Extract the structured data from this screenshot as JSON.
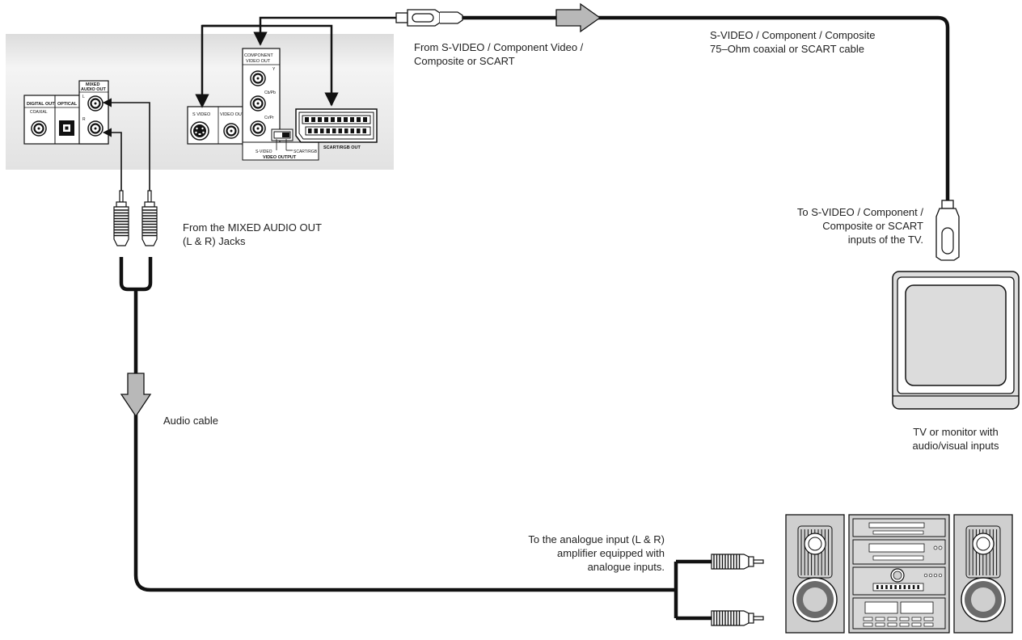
{
  "panel": {
    "digital_out": "DIGITAL OUT",
    "coaxial": "COAXIAL",
    "optical": "OPTICAL",
    "mixed_audio_out": [
      "MIXED",
      "AUDIO OUT"
    ],
    "left": "L",
    "right": "R",
    "s_video": "S VIDEO",
    "video_out": "VIDEO OUT",
    "component_video_out": [
      "COMPONENT",
      "VIDEO OUT"
    ],
    "y": "Y",
    "cb_pb": "Cb/Pb",
    "cr_pr": "Cr/Pr",
    "switch_s_video": "S-VIDEO",
    "switch_scart_rgb": "SCART/RGB",
    "video_output": "VIDEO OUTPUT",
    "scart_rgb_out": "SCART/RGB OUT"
  },
  "labels": {
    "from_video": [
      "From S-VIDEO / Component Video /",
      "Composite or SCART"
    ],
    "video_cable": [
      "S-VIDEO / Component / Composite",
      "75–Ohm coaxial or SCART cable"
    ],
    "to_tv_inputs": [
      "To S-VIDEO / Component /",
      "Composite or SCART",
      "inputs of the TV."
    ],
    "from_audio": [
      "From the MIXED AUDIO OUT",
      "(L & R) Jacks"
    ],
    "audio_cable": "Audio cable",
    "tv_caption": [
      "TV or monitor with",
      "audio/visual inputs"
    ],
    "amp_input": [
      "To the analogue input (L & R)",
      "amplifier equipped with",
      "analogue inputs."
    ]
  },
  "icons": [
    "dvd-rear-panel-icon",
    "rca-plug-icon",
    "video-plug-icon",
    "tv-icon",
    "stereo-system-icon",
    "flow-arrow-icon"
  ]
}
